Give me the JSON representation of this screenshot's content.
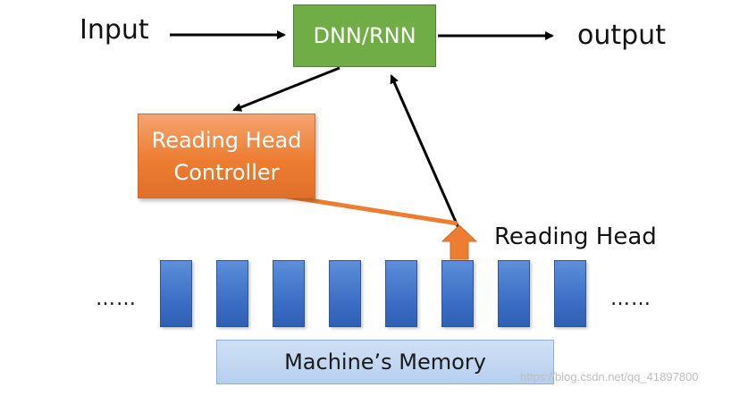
{
  "nodes": {
    "input_label": "Input",
    "output_label": "output",
    "dnn_rnn": "DNN/RNN",
    "controller_line1": "Reading Head",
    "controller_line2": "Controller",
    "reading_head_label": "Reading Head",
    "memory_label": "Machine’s Memory",
    "ellipsis_left": "……",
    "ellipsis_right": "……"
  },
  "memory": {
    "cell_count": 8,
    "head_cell_index": 5
  },
  "colors": {
    "dnn_green": "#70ad47",
    "controller_orange": "#ed7d31",
    "memory_cell_blue": "#4472c4",
    "memory_bar_light_blue": "#bdd7ee",
    "arrow_black": "#000000",
    "pointer_orange": "#ed7d31"
  },
  "watermark": "https://blog.csdn.net/qq_41897800"
}
